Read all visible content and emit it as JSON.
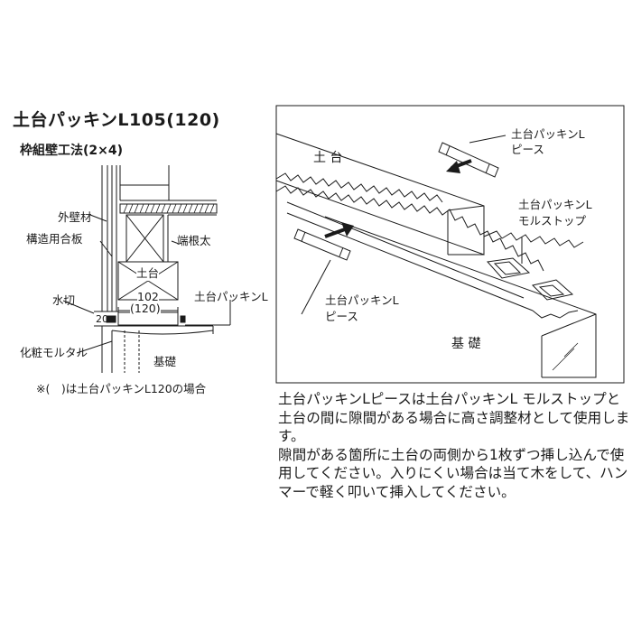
{
  "left": {
    "title": "土台パッキンL105(120)",
    "subtitle": "枠組壁工法(2×4)",
    "labels": {
      "outer_wall": "外壁材",
      "plywood": "構造用合板",
      "end_joist": "端根太",
      "sill": "土台",
      "packing": "土台パッキンL",
      "flashing": "水切",
      "mortar": "化粧モルタル",
      "foundation": "基礎"
    },
    "dims": {
      "width": "102",
      "width_alt": "(120)",
      "height": "20"
    },
    "note": "※(　)は土台パッキンL120の場合"
  },
  "right": {
    "labels": {
      "sill": "土 台",
      "piece_top_1": "土台パッキンL",
      "piece_top_2": "ピース",
      "stop_1": "土台パッキンL",
      "stop_2": "モルストップ",
      "piece_left_1": "土台パッキンL",
      "piece_left_2": "ピース",
      "foundation": "基 礎"
    }
  },
  "description": [
    "土台パッキンLピースは土台パッキンL モルストップと土台の間に隙間がある場合に高さ調整材として使用します。",
    "隙間がある箇所に土台の両側から1枚ずつ挿し込んで使用してください。入りにくい場合は当て木をして、ハンマーで軽く叩いて挿入してください。"
  ]
}
